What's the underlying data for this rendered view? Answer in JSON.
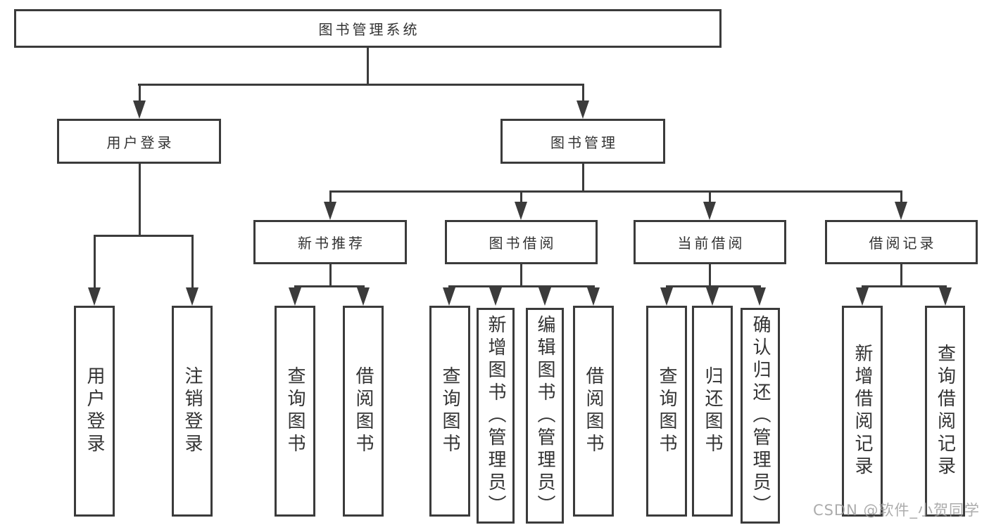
{
  "style": {
    "line_color": "#3b3b3b",
    "text_color": "#333333",
    "watermark_color": "#9e9e9e",
    "background": "#ffffff"
  },
  "watermark": {
    "text": "CSDN @软件_小贺同学"
  },
  "tree": {
    "label": "图书管理系统",
    "children": [
      {
        "label": "用户登录",
        "children": [
          {
            "label": "用户登录"
          },
          {
            "label": "注销登录"
          }
        ]
      },
      {
        "label": "图书管理",
        "children": [
          {
            "label": "新书推荐",
            "children": [
              {
                "label": "查询图书"
              },
              {
                "label": "借阅图书"
              }
            ]
          },
          {
            "label": "图书借阅",
            "children": [
              {
                "label": "查询图书"
              },
              {
                "label": "新增图书（管理员）"
              },
              {
                "label": "编辑图书（管理员）"
              },
              {
                "label": "借阅图书"
              }
            ]
          },
          {
            "label": "当前借阅",
            "children": [
              {
                "label": "查询图书"
              },
              {
                "label": "归还图书"
              },
              {
                "label": "确认归还（管理员）"
              }
            ]
          },
          {
            "label": "借阅记录",
            "children": [
              {
                "label": "新增借阅记录"
              },
              {
                "label": "查询借阅记录"
              }
            ]
          }
        ]
      }
    ]
  }
}
